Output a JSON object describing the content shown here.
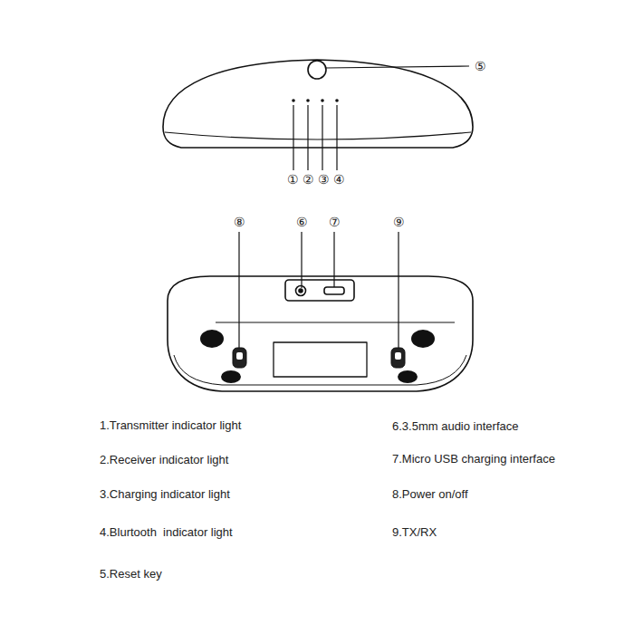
{
  "diagram": {
    "labels": [
      "⑤",
      "①",
      "②",
      "③",
      "④",
      "⑧",
      "⑥",
      "⑦",
      "⑨",
      "1.Transmitter indicator light",
      "2.Receiver indicator light",
      "3.Charging indicator light",
      "4.Blurtooth  indicator light",
      "5.Reset key",
      "6.3.5mm audio interface",
      "7.Micro USB charging interface",
      "8.Power on/off",
      "9.TX/RX"
    ]
  }
}
